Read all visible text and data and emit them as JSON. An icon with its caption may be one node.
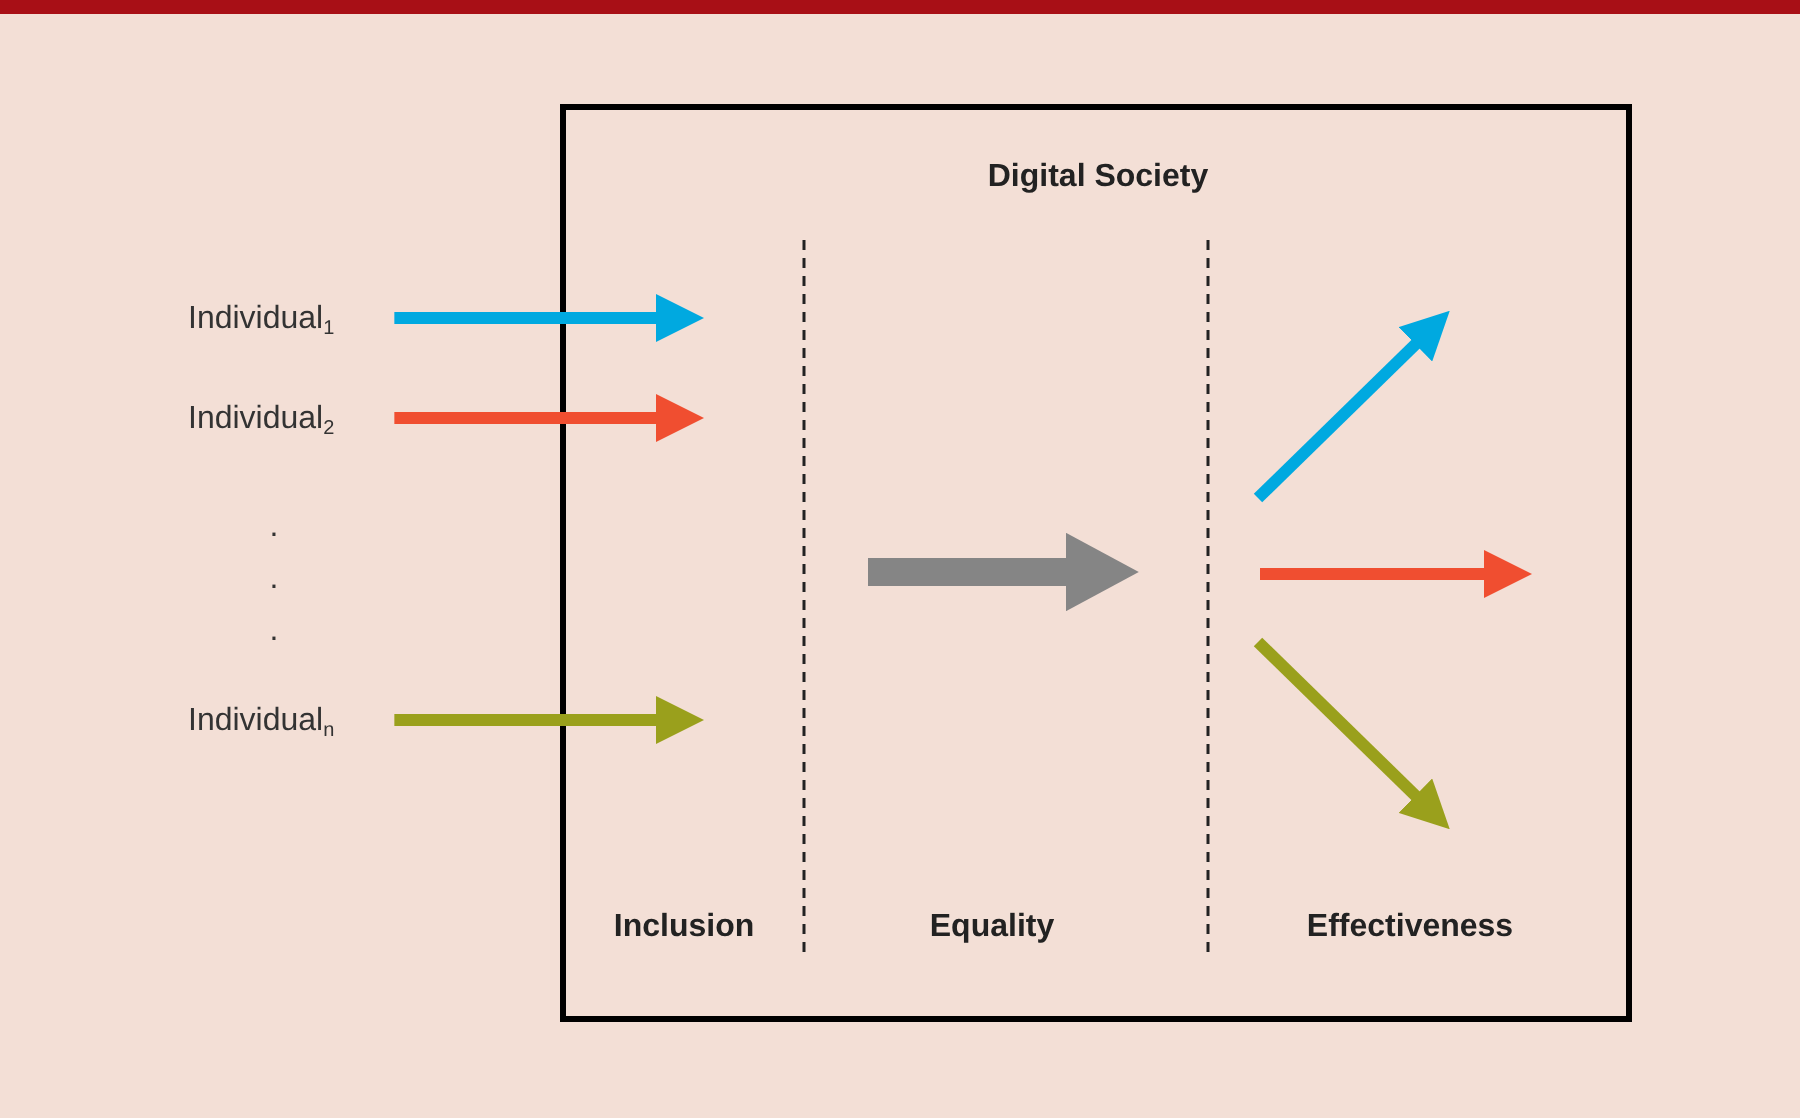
{
  "diagram": {
    "nodes": [
      {
        "text": [
          "Digital Society"
        ]
      },
      {
        "text": [
          "Individual$_{1}$"
        ]
      },
      {
        "text": [
          "Individual$_{2}$"
        ]
      },
      {
        "text": [
          "Individual$_{n}$"
        ]
      }
    ],
    "edges": [
      {
        "from": 1,
        "to": 0,
        "arrow": "to",
        "color": "#00a9e0"
      },
      {
        "from": 2,
        "to": 0,
        "arrow": "to",
        "color": "#f04e30"
      },
      {
        "from": 3,
        "to": 0,
        "arrow": "to",
        "color": "#9aa01c"
      }
    ],
    "labels": [
      ".",
      ".",
      ".",
      "Inclusion",
      "Equality",
      "Effectiveness"
    ]
  }
}
